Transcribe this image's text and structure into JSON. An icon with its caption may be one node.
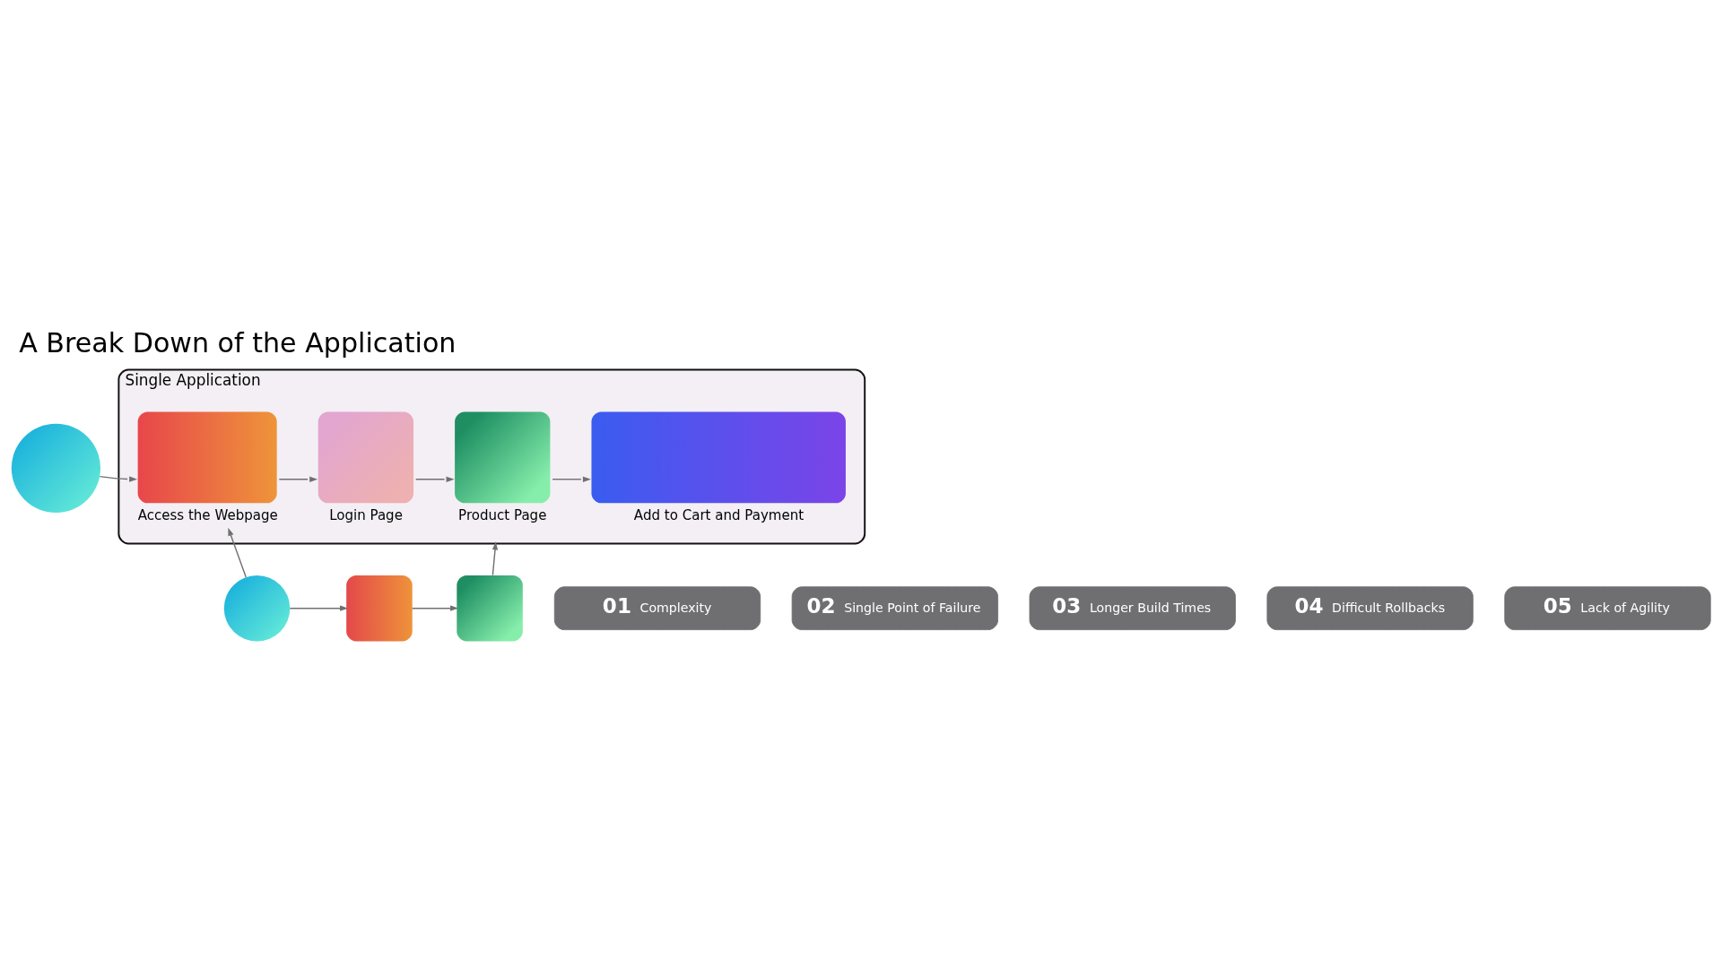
{
  "diagram": {
    "title": "A Break Down of the Application",
    "nodes": [
      {
        "text": [
          "Single Application"
        ]
      },
      {
        "text": [
          "Access the Webpage"
        ],
        "in": 0
      },
      {
        "text": [
          "Login Page"
        ],
        "in": 0
      },
      {
        "text": [
          "Product Page"
        ],
        "in": 0
      },
      {
        "text": [
          "Add to Cart and Payment"
        ],
        "in": 0
      },
      {
        "text": [],
        "shape": "circle"
      },
      {
        "text": [],
        "shape": "circle"
      },
      {
        "text": [],
        "shape": "box"
      },
      {
        "text": [],
        "shape": "box"
      },
      {
        "text": [
          "01",
          "Complexity"
        ]
      },
      {
        "text": [
          "02",
          "Single Point of Failure"
        ]
      },
      {
        "text": [
          "03",
          "Longer Build Times"
        ]
      },
      {
        "text": [
          "04",
          "Difficult Rollbacks"
        ]
      },
      {
        "text": [
          "05",
          "Lack of Agility"
        ]
      }
    ],
    "edges": [
      {
        "from": 5,
        "to": 1,
        "arrow": "to"
      },
      {
        "from": 1,
        "to": 2,
        "arrow": "to"
      },
      {
        "from": 2,
        "to": 3,
        "arrow": "to"
      },
      {
        "from": 3,
        "to": 4,
        "arrow": "to"
      },
      {
        "from": 6,
        "to": 1,
        "arrow": "to"
      },
      {
        "from": 6,
        "to": 7,
        "arrow": "to"
      },
      {
        "from": 7,
        "to": 8,
        "arrow": "to"
      },
      {
        "from": 8,
        "to": 0,
        "arrow": "to"
      }
    ]
  }
}
